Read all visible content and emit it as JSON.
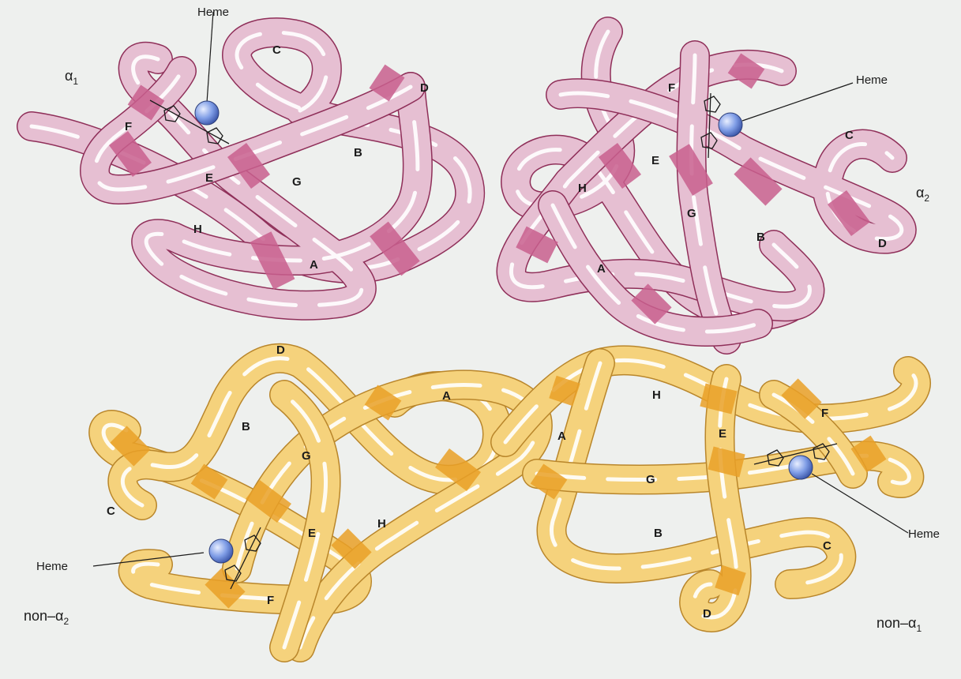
{
  "diagram": {
    "colors": {
      "background": "#eef0ee",
      "alpha_tube": "#e6bfd2",
      "alpha_band": "#c9608e",
      "alpha_edge": "#8f2f59",
      "non_alpha_tube": "#f5d27c",
      "non_alpha_band": "#eaa128",
      "non_alpha_edge": "#b9862b",
      "highlight": "#ffffff",
      "heme": "#6f8fe0"
    },
    "subunits": [
      {
        "name": "alpha-1",
        "label": {
          "prefix": "α",
          "index": "1"
        },
        "helices": [
          "A",
          "B",
          "C",
          "D",
          "E",
          "F",
          "G",
          "H"
        ],
        "heme_label": "Heme"
      },
      {
        "name": "alpha-2",
        "label": {
          "prefix": "α",
          "index": "2"
        },
        "helices": [
          "A",
          "B",
          "C",
          "D",
          "E",
          "F",
          "G",
          "H"
        ],
        "heme_label": "Heme"
      },
      {
        "name": "non-alpha-2",
        "label": {
          "prefix": "non–α",
          "index": "2"
        },
        "helices": [
          "A",
          "B",
          "C",
          "D",
          "E",
          "F",
          "G",
          "H"
        ],
        "heme_label": "Heme"
      },
      {
        "name": "non-alpha-1",
        "label": {
          "prefix": "non–α",
          "index": "1"
        },
        "helices": [
          "A",
          "B",
          "C",
          "D",
          "E",
          "F",
          "G",
          "H"
        ],
        "heme_label": "Heme"
      }
    ]
  }
}
